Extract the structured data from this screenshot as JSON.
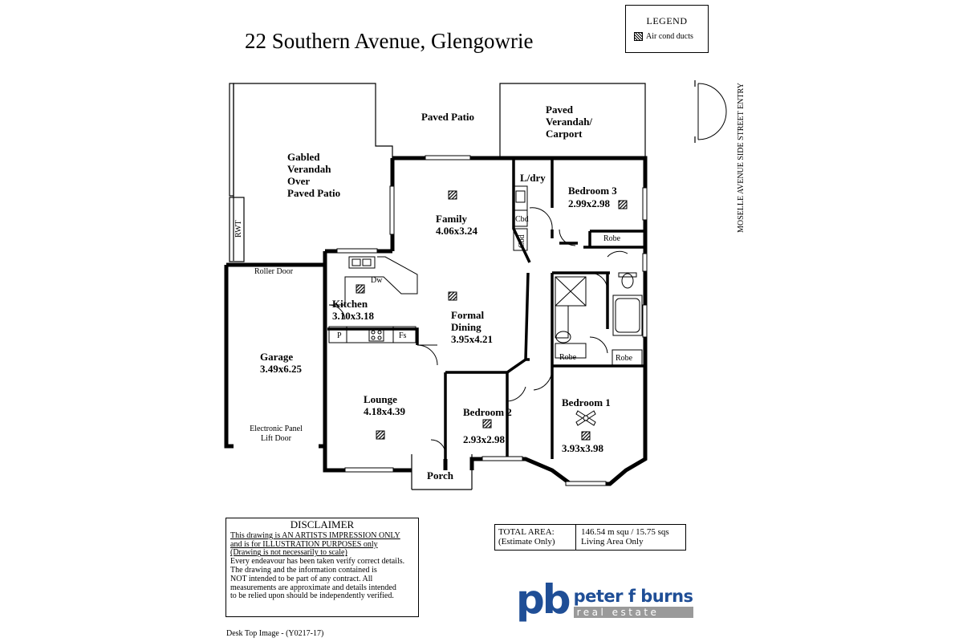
{
  "title": "22 Southern Avenue, Glengowrie",
  "legend": {
    "heading": "LEGEND",
    "item": "Air cond ducts"
  },
  "rooms": {
    "paved_patio": "Paved Patio",
    "verandah_carport": [
      "Paved",
      "Verandah/",
      "Carport"
    ],
    "gabled": [
      "Gabled",
      "Verandah",
      "Over",
      "Paved Patio"
    ],
    "rwt": "RWT",
    "ldry": "L/dry",
    "cbd1": "Cbd",
    "cbd2": "Cbd",
    "bedroom3": {
      "name": "Bedroom 3",
      "dims": "2.99x2.98"
    },
    "robe": "Robe",
    "family": {
      "name": "Family",
      "dims": "4.06x3.24"
    },
    "roller_door": "Roller Door",
    "dw": "Dw",
    "kitchen": {
      "name": "Kitchen",
      "dims": "3.10x3.18"
    },
    "p": "P",
    "fs": "Fs",
    "formal_dining": {
      "name1": "Formal",
      "name2": "Dining",
      "dims": "3.95x4.21"
    },
    "garage": {
      "name": "Garage",
      "dims": "3.49x6.25"
    },
    "garage_door": [
      "Electronic Panel",
      "Lift Door"
    ],
    "lounge": {
      "name": "Lounge",
      "dims": "4.18x4.39"
    },
    "bedroom2": {
      "name": "Bedroom 2",
      "dims": "2.93x2.98"
    },
    "bedroom1": {
      "name": "Bedroom 1",
      "dims": "3.93x3.98"
    },
    "robe_a": "Robe",
    "robe_b": "Robe",
    "porch": "Porch",
    "side_entry": "MOSELLE AVENUE SIDE STREET ENTRY"
  },
  "disclaimer": {
    "heading": "DISCLAIMER",
    "lines_underlined": [
      "This drawing is AN ARTISTS IMPRESSION ONLY",
      "and is for ILLUSTRATION PURPOSES only",
      "(Drawing is not necessarily to scale)"
    ],
    "lines": [
      "Every endeavour has been taken verify correct details.",
      "The drawing and the information contained is",
      "NOT intended to be part of any contract.  All",
      "measurements are approximate and details intended",
      "to be relied upon should be independently verified."
    ]
  },
  "area": {
    "label1": "TOTAL AREA:",
    "label2": "(Estimate Only)",
    "value1": "146.54 m squ /  15.75 sqs",
    "value2": "Living Area Only"
  },
  "brand": {
    "mark": "pb",
    "name": "peter f burns",
    "sub": "real estate",
    "color": "#1f4e96"
  },
  "footer": "Desk Top Image -  (Y0217-17)"
}
